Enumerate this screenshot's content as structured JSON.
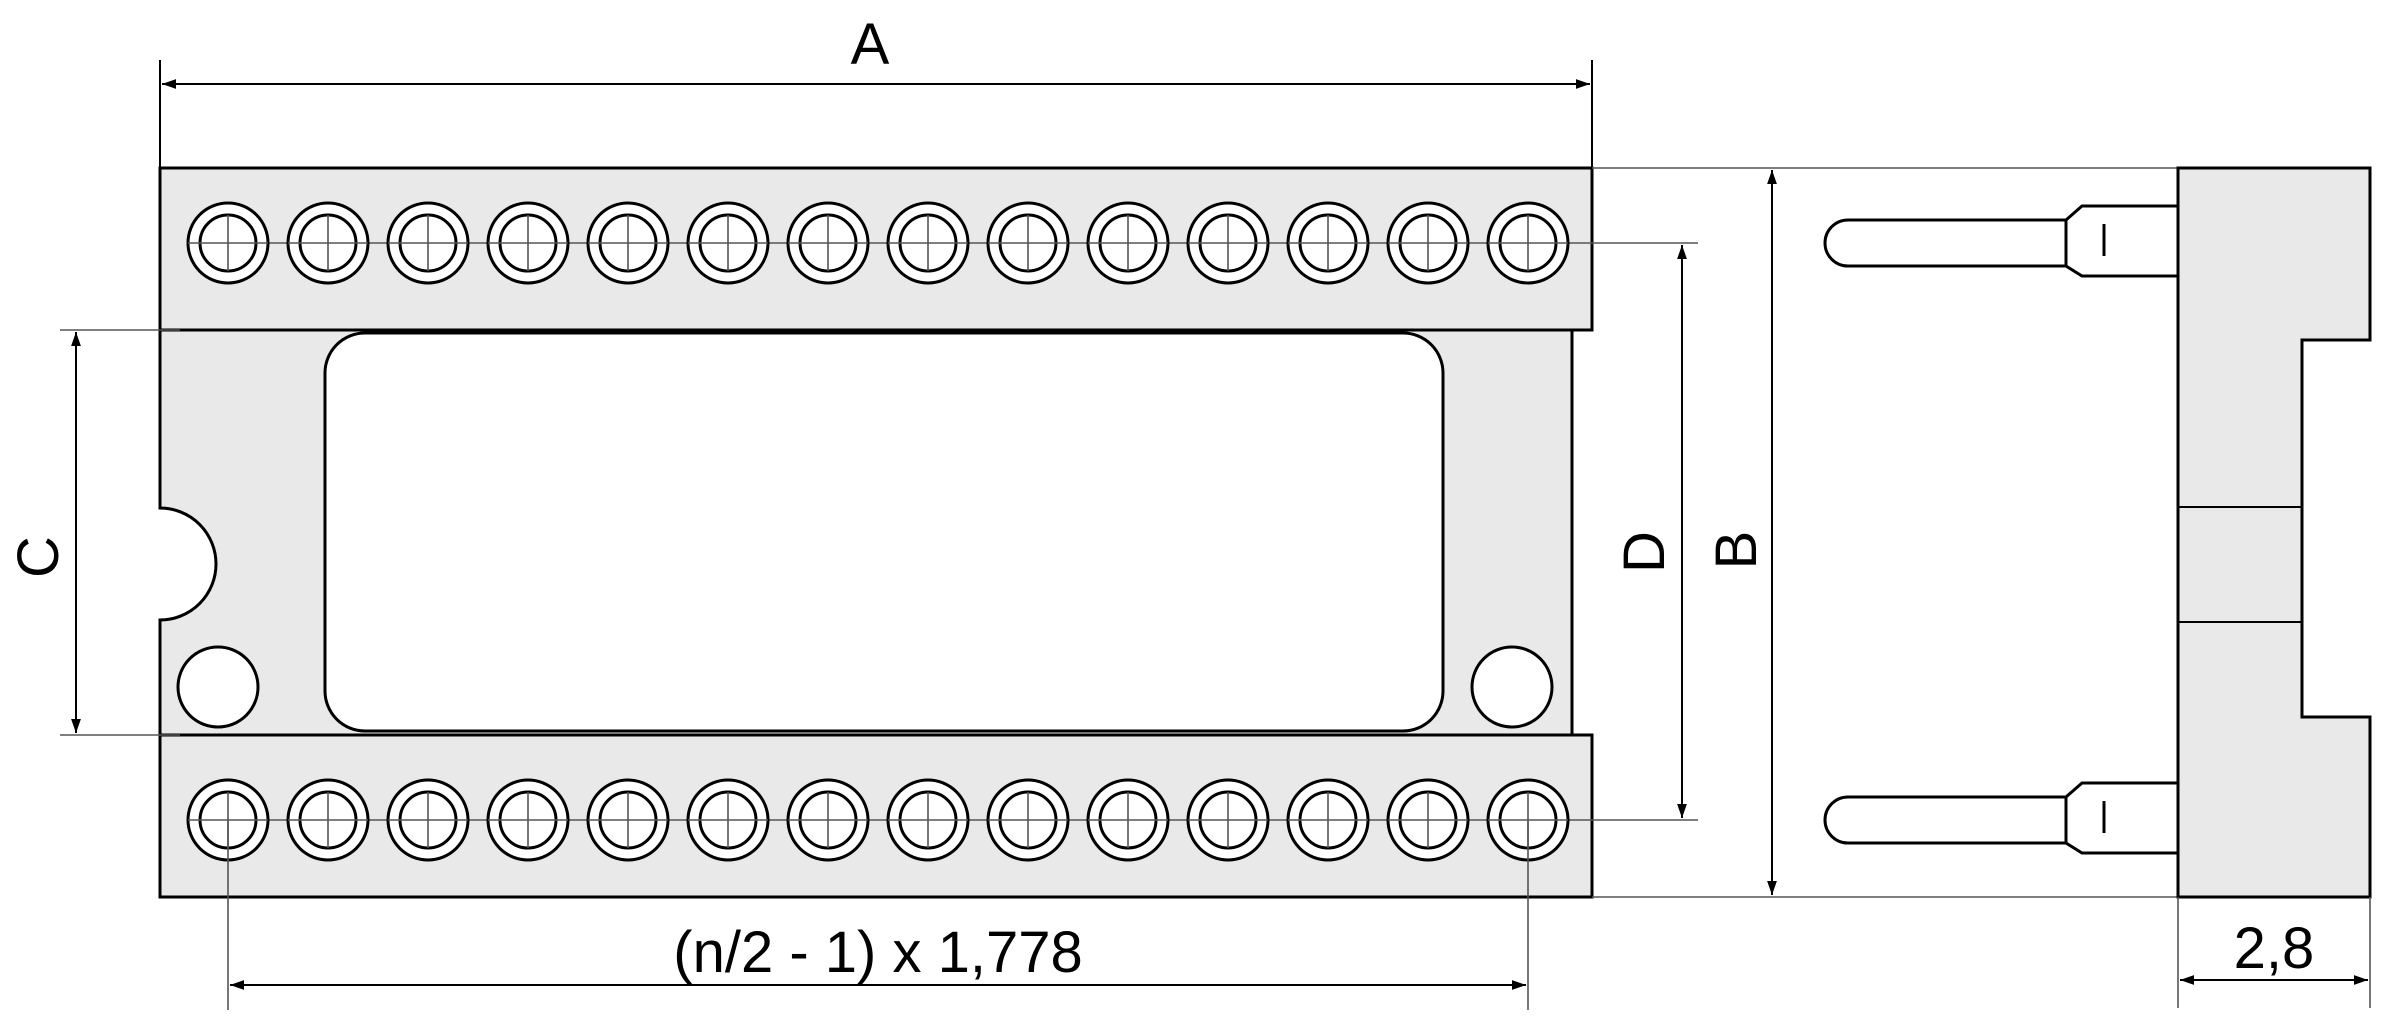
{
  "labels": {
    "a": "A",
    "b": "B",
    "c": "C",
    "d": "D",
    "pitch": "(n/2 - 1) x 1,778",
    "depth": "2,8"
  },
  "pins_per_row": 14,
  "colors": {
    "body": "#e9e9e9",
    "outline": "#000000",
    "leader": "#555555"
  }
}
